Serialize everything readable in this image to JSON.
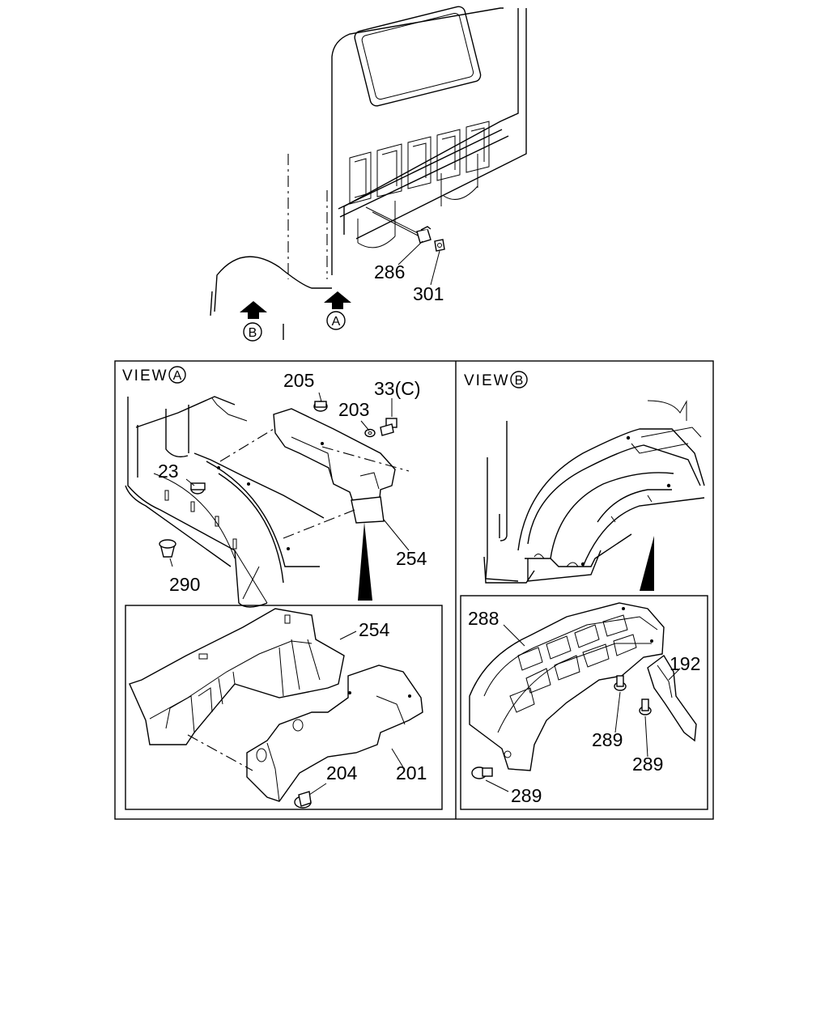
{
  "diagram": {
    "top_callouts": [
      "286",
      "301"
    ],
    "arrow_a_label": "A",
    "arrow_b_label": "B",
    "view_a": {
      "title": "VIEW",
      "title_marker": "A",
      "callouts": [
        "205",
        "33(C)",
        "203",
        "23",
        "290",
        "254",
        "254",
        "204",
        "201"
      ]
    },
    "view_b": {
      "title": "VIEW",
      "title_marker": "B",
      "callouts": [
        "288",
        "192",
        "289",
        "289",
        "289"
      ]
    }
  }
}
